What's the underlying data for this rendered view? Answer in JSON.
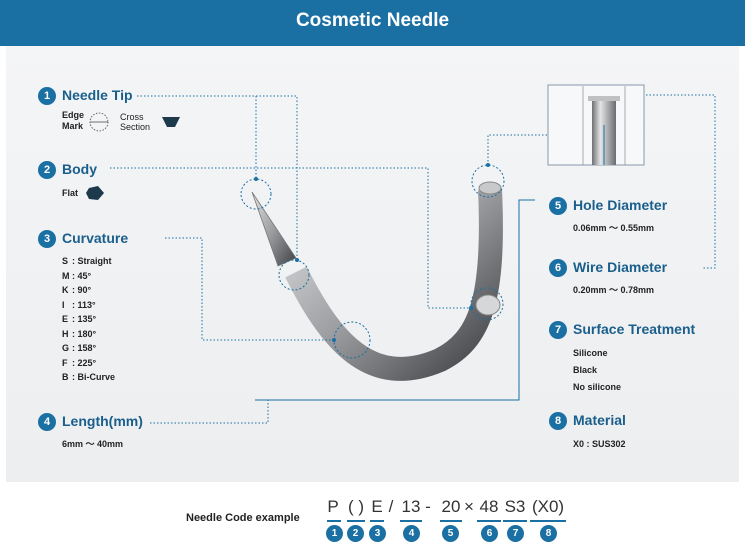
{
  "title": "Cosmetic Needle",
  "left_sections": [
    {
      "num": "1",
      "label": "Needle Tip"
    },
    {
      "num": "2",
      "label": "Body"
    },
    {
      "num": "3",
      "label": "Curvature"
    },
    {
      "num": "4",
      "label": "Length(mm)"
    }
  ],
  "right_sections": [
    {
      "num": "5",
      "label": "Hole Diameter"
    },
    {
      "num": "6",
      "label": "Wire Diameter"
    },
    {
      "num": "7",
      "label": "Surface Treatment"
    },
    {
      "num": "8",
      "label": "Material"
    }
  ],
  "needle_tip": {
    "edge_mark": [
      "Edge",
      "Mark"
    ],
    "cross_section": [
      "Cross",
      "Section"
    ]
  },
  "body": {
    "type": "Flat"
  },
  "curvature": [
    {
      "code": "S",
      "value": "Straight"
    },
    {
      "code": "M",
      "value": "45°"
    },
    {
      "code": "K",
      "value": "90°"
    },
    {
      "code": "I",
      "value": "113°"
    },
    {
      "code": "E",
      "value": "135°"
    },
    {
      "code": "H",
      "value": "180°"
    },
    {
      "code": "G",
      "value": "158°"
    },
    {
      "code": "F",
      "value": "225°"
    },
    {
      "code": "B",
      "value": "Bi-Curve"
    }
  ],
  "length": {
    "range": "6mm ～ 40mm"
  },
  "hole_diameter": {
    "range": "0.06mm ～ 0.55mm"
  },
  "wire_diameter": {
    "range": "0.20mm ～ 0.78mm"
  },
  "surface_treatment": [
    "Silicone",
    "Black",
    "No silicone"
  ],
  "material": {
    "value": "X0 : SUS302"
  },
  "code_example": {
    "label": "Needle Code example",
    "parts": [
      "P",
      "( )",
      "E",
      "/",
      "13",
      "-",
      "20",
      "×",
      "48",
      "S3",
      "(X0)"
    ],
    "numbers": [
      "1",
      "2",
      "3",
      "4",
      "5",
      "6",
      "7",
      "8"
    ]
  },
  "colors": {
    "header": "#1a6fa3",
    "accent": "#1a5f8c",
    "background": "#f0f1f2"
  }
}
